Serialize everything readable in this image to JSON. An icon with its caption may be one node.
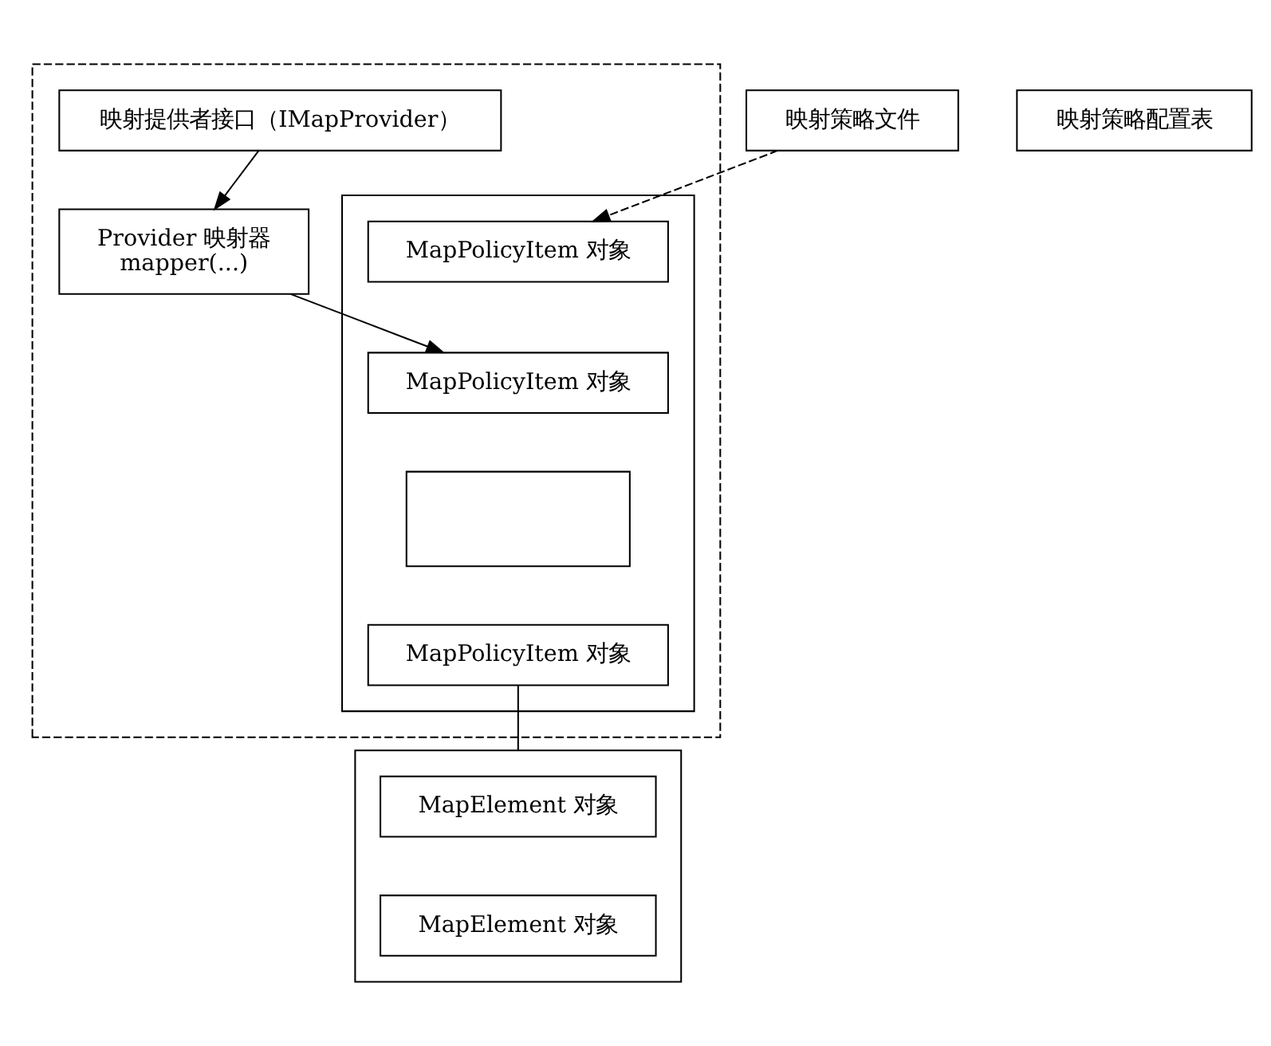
{
  "diagram": {
    "nodes": [
      {
        "text": [],
        "shape": "box"
      },
      {
        "text": [
          "映射提供者接口（IMapProvider）"
        ],
        "in": 0
      },
      {
        "text": [
          "映射策略文件"
        ]
      },
      {
        "text": [],
        "shape": "box",
        "in": 0
      },
      {
        "text": [
          "MapPolicyItem 对象"
        ],
        "in": 3
      },
      {
        "text": [
          "MapPolicyItem 对象"
        ],
        "in": 3
      },
      {
        "text": [],
        "shape": "box",
        "in": 3
      },
      {
        "text": [
          "MapPolicyItem 对象"
        ],
        "in": 3
      },
      {
        "text": [
          "Provider 映射器",
          "mapper(...)"
        ],
        "in": 0
      },
      {
        "text": [
          "映射策略配置表"
        ]
      },
      {
        "text": [],
        "shape": "box"
      },
      {
        "text": [
          "MapElement 对象"
        ],
        "in": 10
      },
      {
        "text": [
          "MapElement 对象"
        ],
        "in": 10
      }
    ],
    "edges": [
      {
        "from": 2,
        "to": 4,
        "arrow": "to",
        "style": "dashed"
      },
      {
        "from": 1,
        "to": 8,
        "arrow": "to"
      },
      {
        "from": 8,
        "to": 5,
        "arrow": "to"
      },
      {
        "from": 7,
        "to": 10,
        "arrow": "none"
      }
    ]
  }
}
